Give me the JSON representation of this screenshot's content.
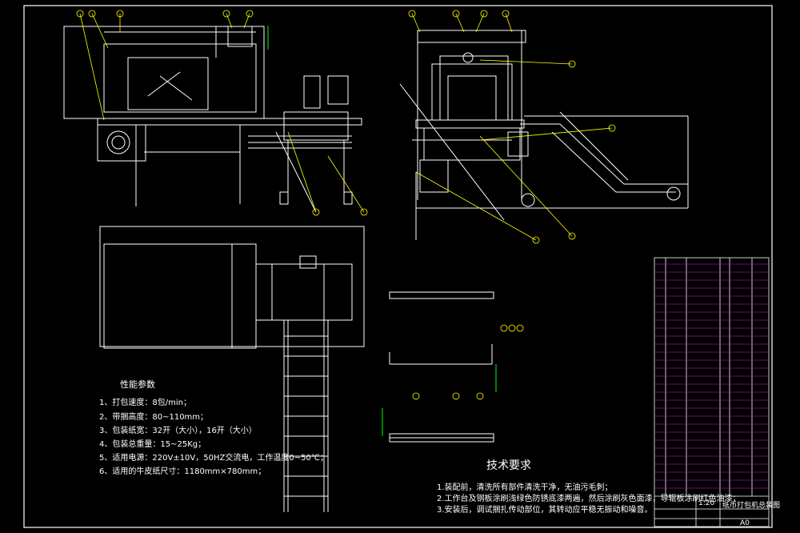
{
  "performance": {
    "title": "性能参数",
    "lines": [
      "1、打包速度：8包/min；",
      "2、带捆高度：80~110mm；",
      "3、包装纸宽：32开（大小），16开（大小）",
      "4、包装总重量：15~25Kg；",
      "5、适用电源：220V±10V，50HZ交流电，工作温度0~50℃；",
      "6、适用的牛皮纸尺寸：1180mm×780mm；"
    ]
  },
  "tech": {
    "title": "技术要求",
    "lines": [
      "1.装配前，清洗所有部件清洗干净，无油污毛刺；",
      "2.工作台及钢板涂刷浅绿色防锈底漆两遍，然后涂刷灰色面漆，导辊板涂刷红色油漆；",
      "3.安装后，调试捆扎传动部位，其转动应平稳无振动和噪音。"
    ]
  },
  "title_block": {
    "scale": "1:20",
    "drawing_title": "纸币打包机总装图",
    "sheet_label": "A0"
  },
  "colors": {
    "background": "#000000",
    "lines": "#ffffff",
    "balloons": "#ffff00",
    "dimensions": "#00ff00",
    "table_text": "#ff00ff"
  }
}
